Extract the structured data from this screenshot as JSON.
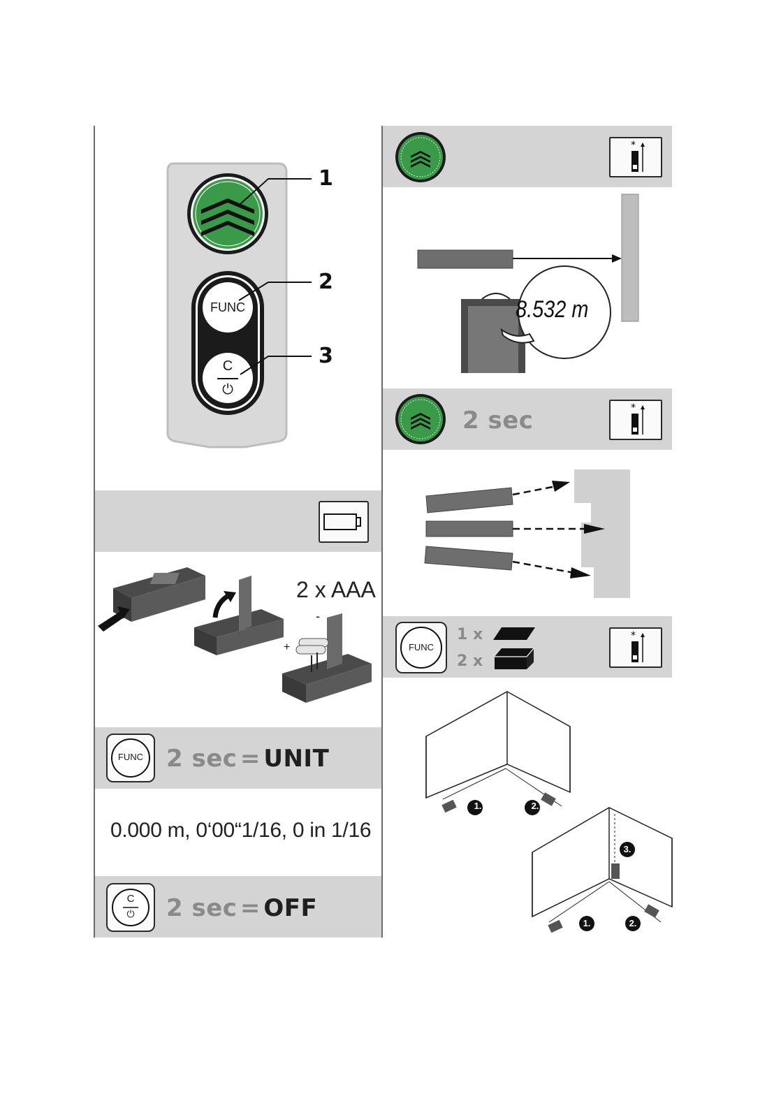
{
  "device": {
    "callouts": [
      "1",
      "2",
      "3"
    ],
    "func_label": "FUNC",
    "clear_label": "C",
    "power_symbol": "⏻",
    "measure_icon": "green-triple-chevron-button"
  },
  "battery": {
    "icon": "battery-icon",
    "text": "2 x AAA",
    "plus": "+",
    "minus": "-"
  },
  "unit": {
    "duration": "2 sec",
    "equals": "=",
    "action": "UNIT",
    "button_label": "FUNC",
    "values": "0.000 m, 0‘00“1/16, 0 in 1/16"
  },
  "off": {
    "duration": "2 sec",
    "equals": "=",
    "action": "OFF",
    "button_top": "C",
    "button_bottom": "⏻"
  },
  "single_measure": {
    "reading": "8.532 m",
    "icon": "rear-reference-icon"
  },
  "continuous": {
    "duration": "2 sec",
    "icon": "rear-reference-icon"
  },
  "area_volume": {
    "button_label": "FUNC",
    "one": "1 x",
    "two": "2 x",
    "steps_a": [
      "1.",
      "2."
    ],
    "steps_b": [
      "1.",
      "2.",
      "3."
    ]
  },
  "colors": {
    "accent_green": "#3a9a4a",
    "band_grey": "#d4d4d4",
    "dark": "#1a1a1a"
  }
}
